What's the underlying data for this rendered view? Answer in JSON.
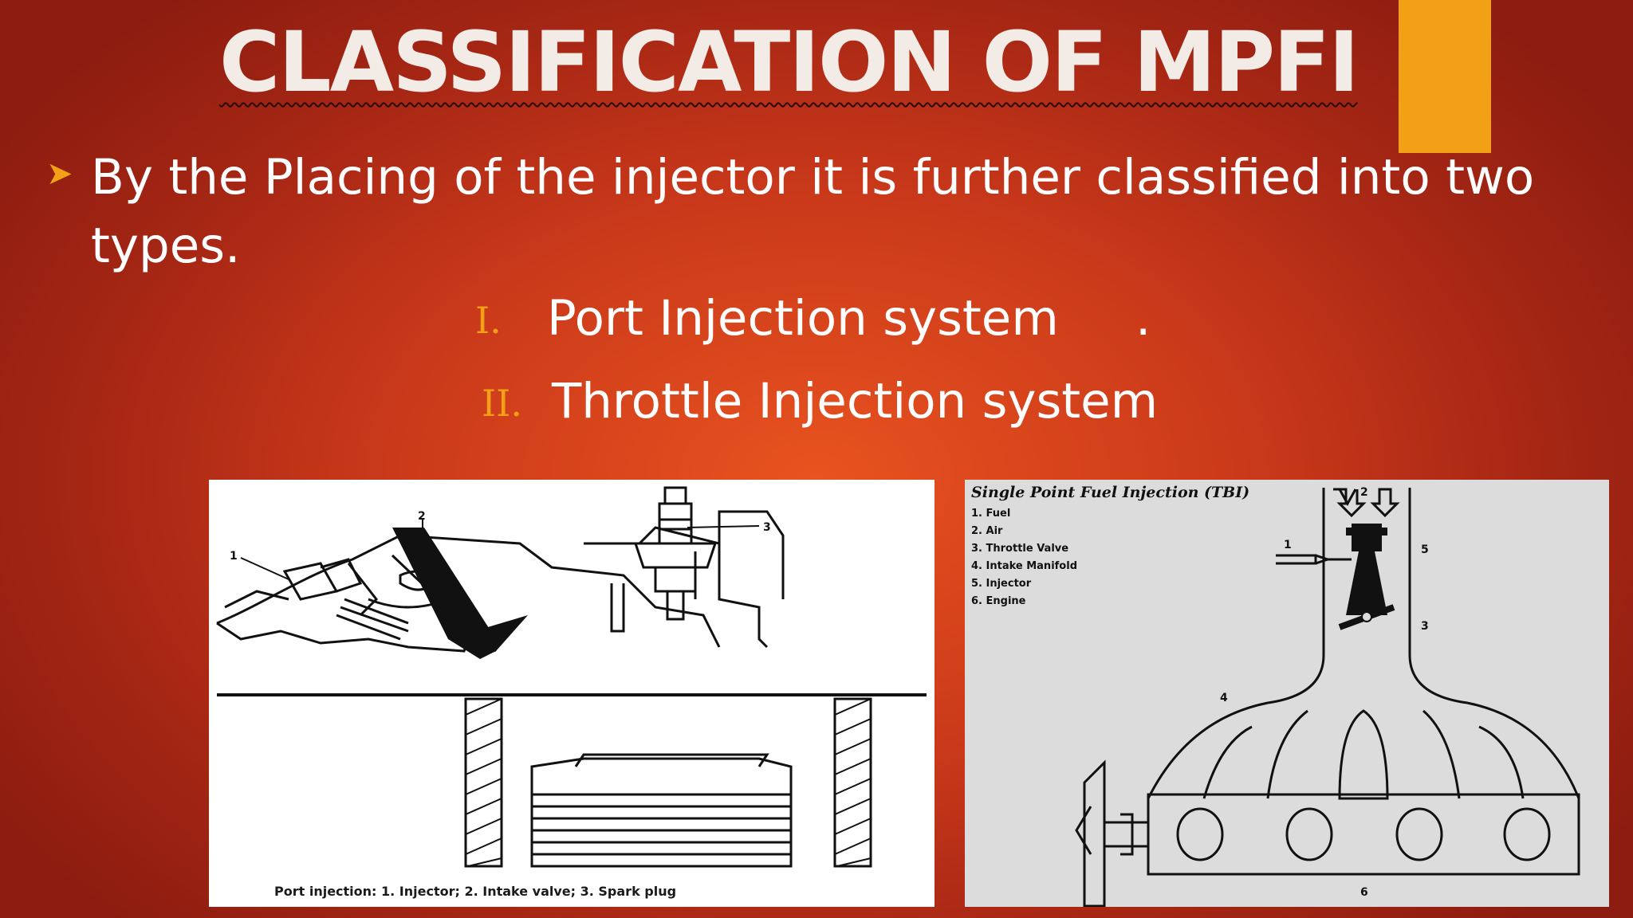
{
  "slide": {
    "title": "CLASSIFICATION OF MPFI",
    "bullet": "By the Placing of the injector it is further classified into two types.",
    "items": [
      {
        "numeral": "I.",
        "label": "Port Injection system",
        "trailing": "."
      },
      {
        "numeral": "II.",
        "label": "Throttle Injection system"
      }
    ],
    "colors": {
      "accent": "#f2a016",
      "background": "#c9381a"
    }
  },
  "figure_left": {
    "caption": "Port injection: 1. Injector; 2. Intake valve; 3. Spark plug",
    "callouts": [
      "1",
      "2",
      "3"
    ]
  },
  "figure_right": {
    "title": "Single Point Fuel Injection (TBI)",
    "legend": [
      "1. Fuel",
      "2. Air",
      "3. Throttle Valve",
      "4. Intake Manifold",
      "5. Injector",
      "6. Engine"
    ],
    "callouts": [
      "1",
      "2",
      "3",
      "4",
      "5",
      "6"
    ]
  }
}
